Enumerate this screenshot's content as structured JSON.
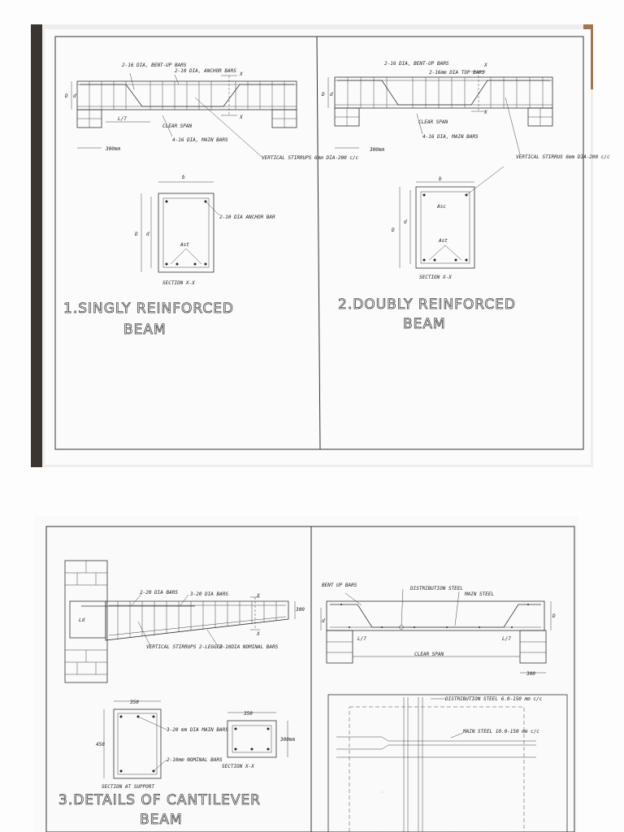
{
  "drawing1": {
    "labels": {
      "bent_up": "2-16 DIA, BENT-UP BARS",
      "anchor_top": "2-10 DIA, ANCHOR BARS",
      "x_mark": "X",
      "l7": "L/7",
      "clear_span": "CLEAR SPAN",
      "main_bars": "4-16 DIA, MAIN BARS",
      "support": "300mm",
      "stirrups": "VERTICAL STIRRUPS 6mm DIA-200 c/c",
      "b": "b",
      "D": "D",
      "d": "d",
      "anchor_bar": "2-10 DIA ANCHOR BAR",
      "ast": "Ast",
      "section": "SECTION X-X"
    },
    "title_line1": "1.SINGLY REINFORCED",
    "title_line2": "BEAM"
  },
  "drawing2": {
    "labels": {
      "bent_up": "2-16 DIA, BENT-UP BARS",
      "top_bars": "2-16mm DIA TOP BARS",
      "x_mark": "X",
      "clear_span": "CLEAR SPAN",
      "main_bars": "4-16 DIA, MAIN BARS",
      "support": "300mm",
      "stirrups": "VERTICAL STIRRUS 6mm DIA-200 c/c",
      "b": "b",
      "D": "D",
      "d": "d",
      "asc": "Asc",
      "ast": "Ast",
      "section": "SECTION X-X"
    },
    "title_line1": "2.DOUBLY REINFORCED",
    "title_line2": "BEAM"
  },
  "drawing3": {
    "labels": {
      "ld": "Ld",
      "bars20_a": "2-20 DIA BARS",
      "bars20_b": "3-20 DIA BARS",
      "x_mark": "X",
      "depth_end": "300",
      "stirrups": "VERTICAL STIRRUPS 2-LEGGED",
      "nominal": "2-10DIA NOMINAL BARS",
      "w350": "350",
      "h450": "450",
      "main_bars": "3-20 mm DIA MAIN BARS",
      "nominal_bars": "2-10mm NOMINAL BARS",
      "h300": "300mm",
      "section_xx": "SECTION X-X",
      "section_support": "SECTION AT SUPPORT"
    },
    "title_line1": "3.DETAILS OF CANTILEVER",
    "title_line2": "BEAM"
  },
  "drawing4": {
    "labels": {
      "bent_up": "BENT UP BARS",
      "distribution": "DISTRIBUTION STEEL",
      "main_steel": "MAIN STEEL",
      "D": "D",
      "d": "d",
      "l7a": "L/7",
      "l7b": "L/7",
      "clear_span": "CLEAR SPAN",
      "support": "300",
      "dist_steel_plan": "DISTRIBUTION STEEL 6.0-150 mm c/c",
      "main_steel_plan": "MAIN STEEL 10.0-150 mm c/c"
    }
  }
}
